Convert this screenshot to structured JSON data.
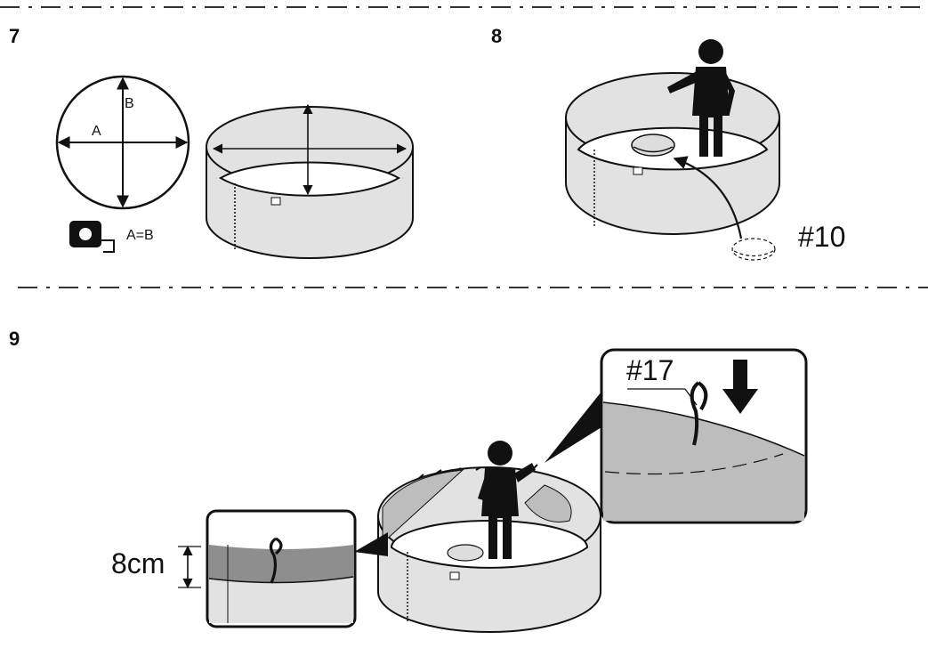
{
  "steps": {
    "step7": {
      "number": "7",
      "label_a": "A",
      "label_b": "B",
      "equation": "A=B"
    },
    "step8": {
      "number": "8",
      "part_label": "#10"
    },
    "step9": {
      "number": "9",
      "part_label": "#17",
      "measure": "8cm"
    }
  },
  "colors": {
    "ink": "#111111",
    "wall_fill": "#e2e2e2",
    "cover_fill": "#bdbdbd",
    "cover_dark": "#8e8e8e"
  }
}
